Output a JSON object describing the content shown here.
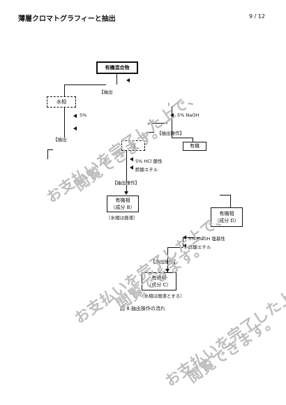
{
  "header": {
    "title": "薄層クロマトグラフィーと抽出",
    "page": "9 / 12"
  },
  "diagram": {
    "start_box": "有機混合物",
    "extraction_op": "【抽出操作】",
    "water_phase": "水相",
    "organic_phase": "有機相",
    "reagent_5pct": "5%",
    "reagent_naoh": "5%  NaOH",
    "reagent_hcl": "5%  HCl  酸性",
    "reagent_naoh_basic": "5%  NaOH  塩基性",
    "solvent": "酢酸エチル",
    "component_b": "（成分 B）",
    "component_c": "（成分 C）",
    "component_d": "（成分 D）",
    "waste_note": "（水相は廃液とする）",
    "waste_note_cut": "（水相は廃液）",
    "partial_label_1": "l",
    "partial_label_2": "相",
    "partial_label_3": "有機",
    "partial_label_4": "【抽出"
  },
  "caption": "図 8.抽出操作の流れ",
  "watermark": [
    "お支払いを完了した上で、",
    "閲覧できます。"
  ]
}
